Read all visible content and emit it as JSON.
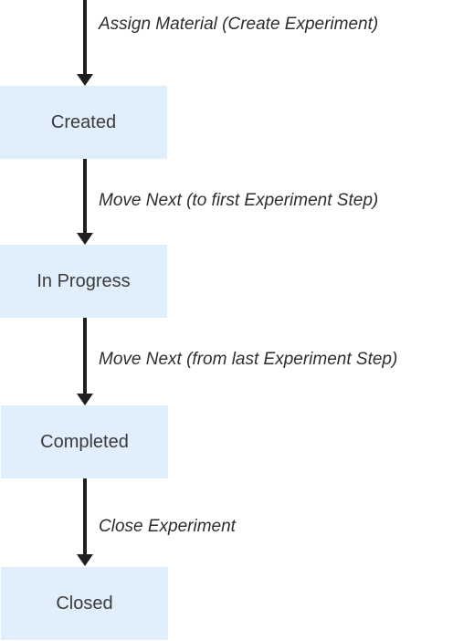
{
  "states": [
    {
      "label": "Created"
    },
    {
      "label": "In Progress"
    },
    {
      "label": "Completed"
    },
    {
      "label": "Closed"
    }
  ],
  "transitions": [
    {
      "label": "Assign Material (Create Experiment)"
    },
    {
      "label": "Move Next (to first Experiment Step)"
    },
    {
      "label": "Move Next (from last Experiment Step)"
    },
    {
      "label": "Close Experiment"
    }
  ],
  "colors": {
    "state_fill": "#e1effc",
    "arrow": "#1f1f1f",
    "text": "#333333"
  }
}
